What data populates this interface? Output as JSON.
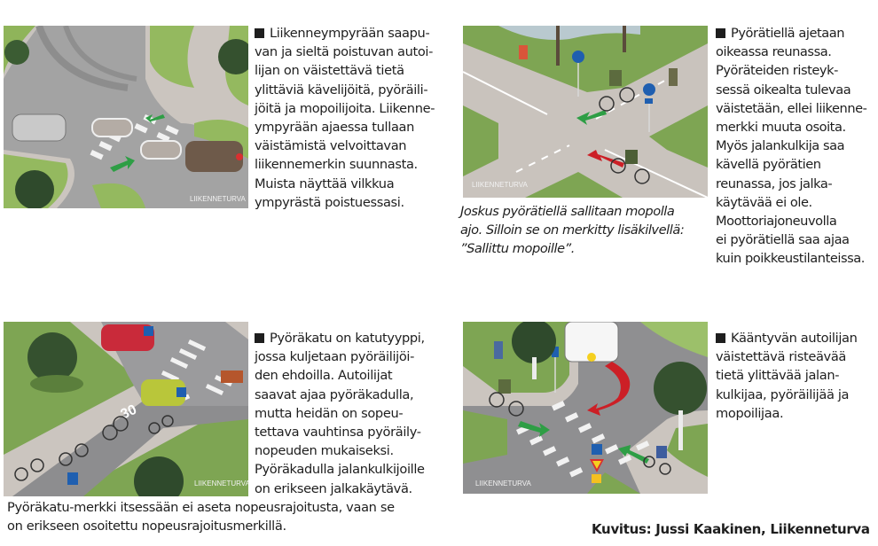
{
  "panels": [
    {
      "id": "roundabout",
      "illustration": {
        "icon": "roundabout-crossing-illustration",
        "logo_text": "LIIKENNETURVA"
      },
      "lines": [
        "Liikenneympyrään saapu-",
        "van ja sieltä poistuvan autoi-",
        "lijan on väistettävä tietä",
        "ylittäviä kävelijöitä, pyöräili-",
        "jöitä ja mopoilijoita. Liikenne-",
        "ympyrään ajaessa tullaan",
        "väistämistä velvoittavan",
        "liikennemerkin suunnasta.",
        "Muista näyttää vilkkua",
        "ympyrästä poistuessasi."
      ]
    },
    {
      "id": "cycle-path",
      "illustration": {
        "icon": "cycle-path-intersection-illustration",
        "logo_text": "LIIKENNETURVA"
      },
      "lines": [
        "Pyörätiellä ajetaan",
        "oikeassa reunassa.",
        "Pyöräteiden risteyk-",
        "sessä oikealta tulevaa",
        "väistetään, ellei liikenne-",
        "merkki muuta osoita.",
        "Myös jalankulkija saa",
        "kävellä pyörätien",
        "reunassa, jos jalka-",
        "käytävää ei ole.",
        "Moottoriajoneuvolla",
        "ei pyörätiellä saa ajaa",
        "kuin poikkeustilanteissa."
      ],
      "caption_lines": [
        "Joskus pyörätiellä sallitaan mopolla",
        "ajo. Silloin se on merkitty lisäkilvellä:",
        "”Sallittu mopoille”."
      ]
    },
    {
      "id": "bicycle-street",
      "illustration": {
        "icon": "bicycle-street-illustration",
        "logo_text": "LIIKENNETURVA",
        "road_marking": "30"
      },
      "lines": [
        "Pyöräkatu on katutyyppi,",
        "jossa kuljetaan pyöräilijöi-",
        "den ehdoilla. Autoilijat",
        "saavat ajaa pyöräkadulla,",
        "mutta heidän on sopeu-",
        "tettava vauhtinsa pyöräily-",
        "nopeuden mukaiseksi.",
        "Pyöräkadulla jalankulkijoille",
        "on erikseen jalkakäytävä."
      ],
      "footer_lines": [
        "Pyöräkatu-merkki itsessään ei aseta nopeusrajoitusta, vaan se",
        "on erikseen osoitettu nopeusrajoitusmerkillä."
      ]
    },
    {
      "id": "turning-car",
      "illustration": {
        "icon": "turning-car-crossing-illustration",
        "logo_text": "LIIKENNETURVA"
      },
      "lines": [
        "Kääntyvän autoilijan",
        "väistettävä risteävää",
        "tietä ylittävää jalan-",
        "kulkijaa, pyöräilijää ja",
        "mopoilijaa."
      ]
    }
  ],
  "credit": "Kuvitus: Jussi Kaakinen, Liikenneturva",
  "colors": {
    "text": "#1e1e1e",
    "road": "#9d9d9d",
    "sidewalk": "#c9c3bd",
    "grass": "#93b95e",
    "arrow_green": "#2e9e45",
    "arrow_red": "#cc1f26",
    "sign_blue": "#1f5fb0"
  }
}
